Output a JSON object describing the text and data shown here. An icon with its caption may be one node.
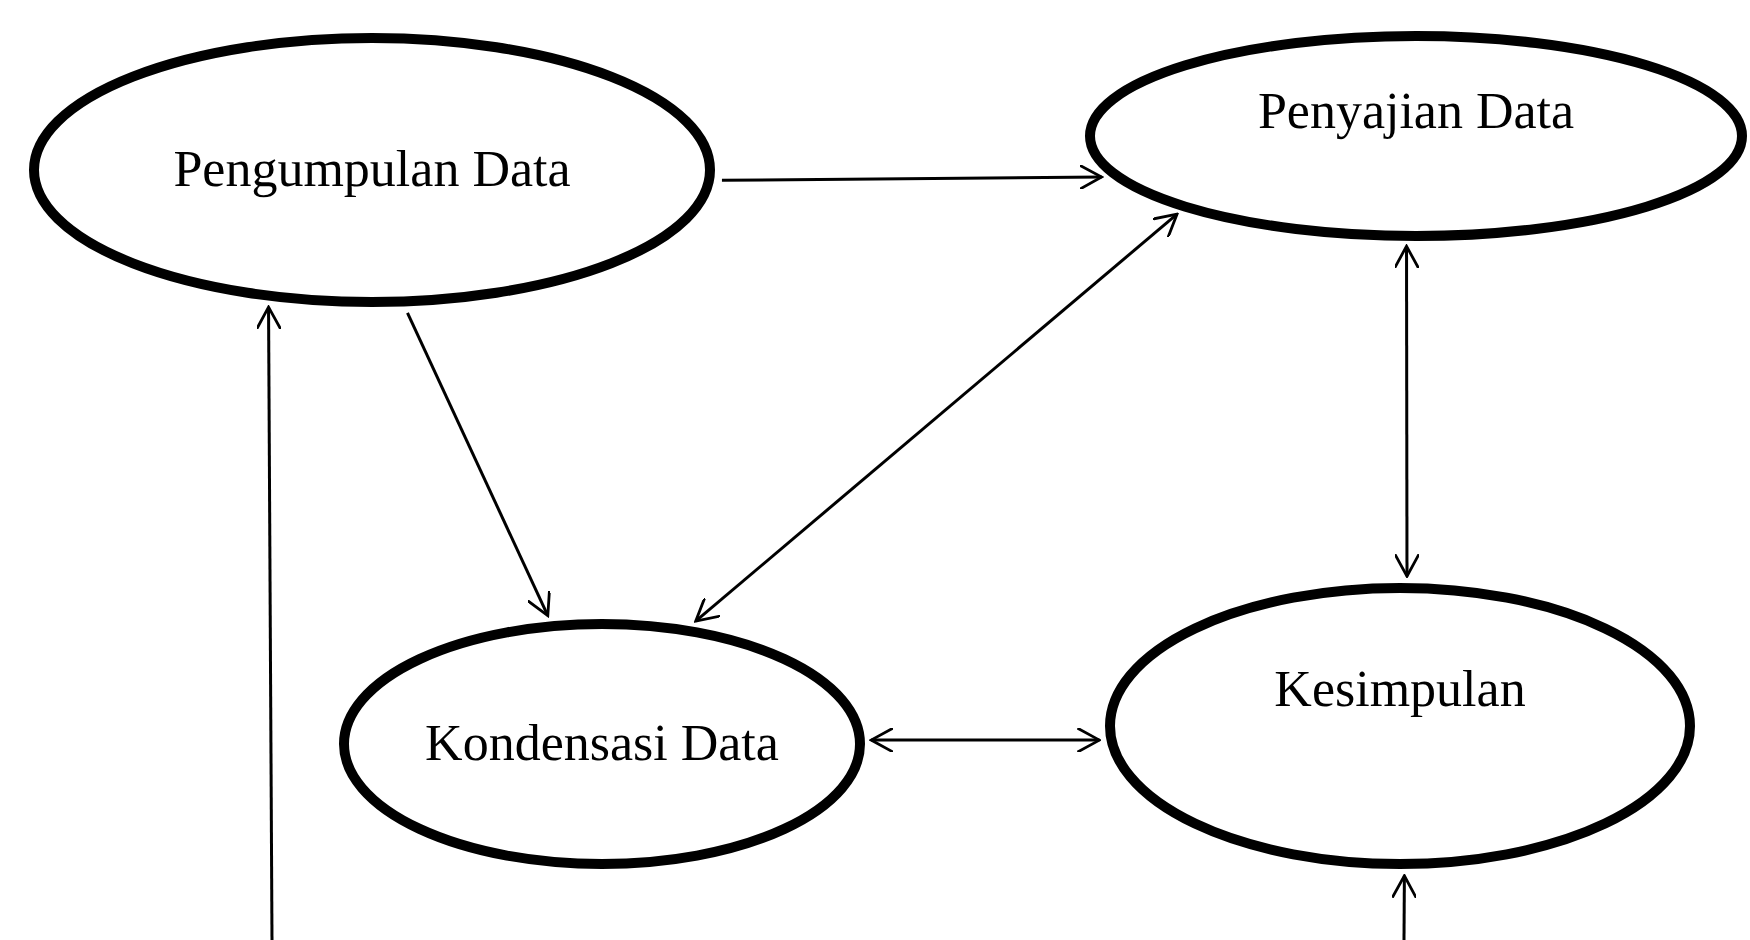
{
  "diagram": {
    "nodes": [
      {
        "text": [
          "Pengumpulan Data"
        ]
      },
      {
        "text": [
          "Penyajian Data"
        ]
      },
      {
        "text": [
          "Kondensasi Data"
        ]
      },
      {
        "text": [
          "Kesimpulan"
        ]
      }
    ],
    "edges": [
      {
        "from": 0,
        "to": 1,
        "arrow": "to"
      },
      {
        "from": 0,
        "to": 2,
        "arrow": "to"
      },
      {
        "from": 2,
        "to": 1,
        "arrow": "both"
      },
      {
        "from": 1,
        "to": 3,
        "arrow": "both"
      },
      {
        "from": 2,
        "to": 3,
        "arrow": "both"
      },
      {
        "from": null,
        "to": 0,
        "arrow": "to"
      },
      {
        "from": null,
        "to": 3,
        "arrow": "to"
      }
    ]
  }
}
